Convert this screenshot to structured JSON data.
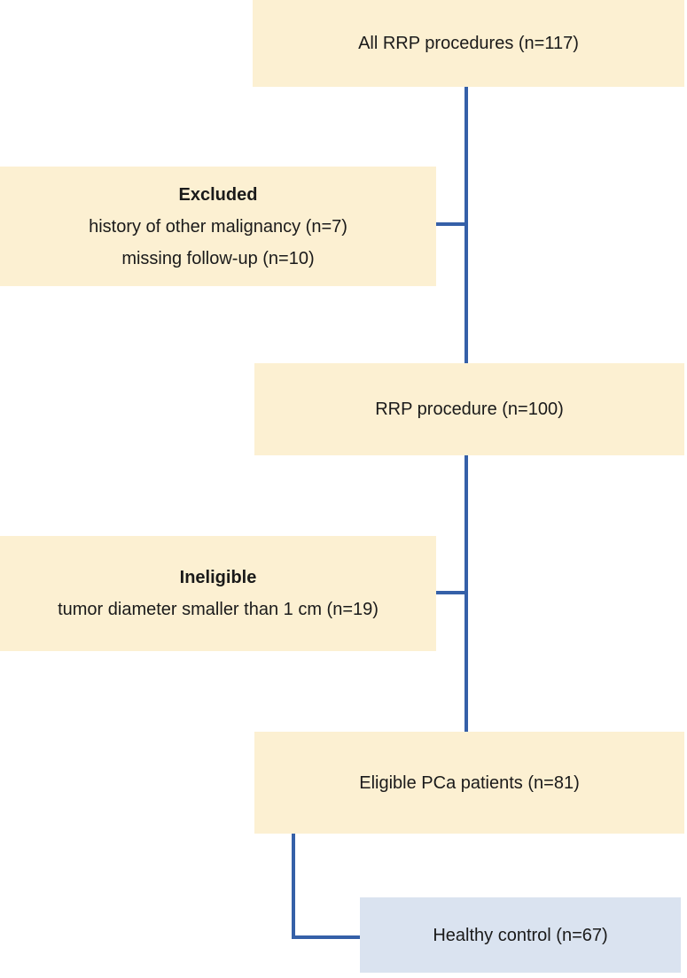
{
  "flowchart": {
    "nodes": {
      "all_rrp": {
        "label": "All RRP procedures (n=117)"
      },
      "excluded": {
        "heading": "Excluded",
        "reason1": "history of other malignancy (n=7)",
        "reason2": "missing follow-up (n=10)"
      },
      "rrp": {
        "label": "RRP procedure (n=100)"
      },
      "ineligible": {
        "heading": "Ineligible",
        "reason1": "tumor diameter smaller than 1 cm (n=19)"
      },
      "eligible": {
        "label": "Eligible PCa patients (n=81)"
      },
      "healthy": {
        "label": "Healthy control (n=67)"
      }
    },
    "colors": {
      "main_box_bg": "#FCF0D2",
      "control_box_bg": "#DAE3F0",
      "connector": "#3560A8",
      "text": "#1A1A1A"
    }
  }
}
